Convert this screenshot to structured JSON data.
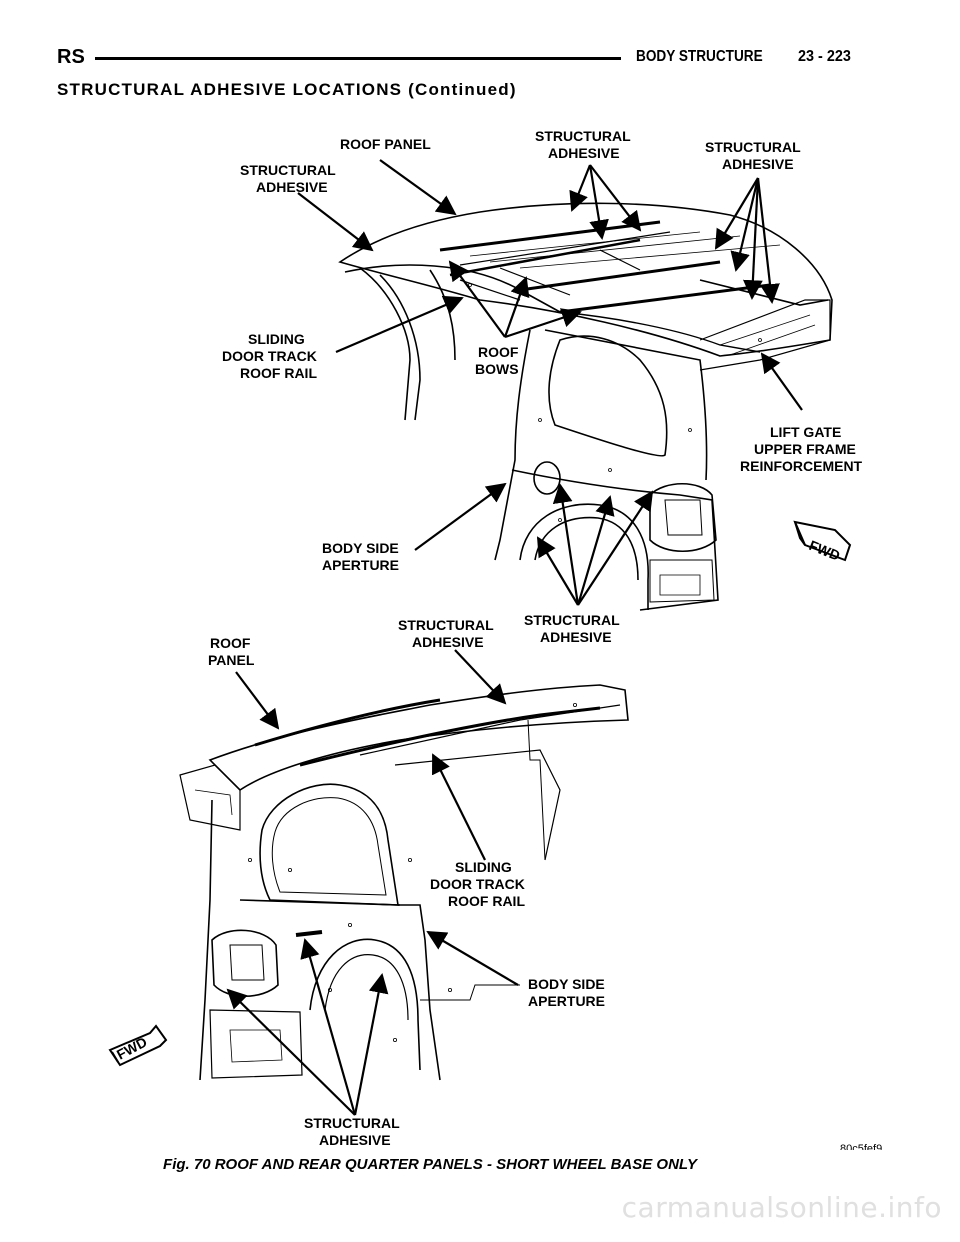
{
  "header": {
    "left_code": "RS",
    "section": "BODY STRUCTURE",
    "page": "23 - 223"
  },
  "section_title": "STRUCTURAL ADHESIVE LOCATIONS (Continued)",
  "figure": {
    "top_labels": {
      "roof_panel": "ROOF PANEL",
      "structural_adhesive_left": [
        "STRUCTURAL",
        "ADHESIVE"
      ],
      "structural_adhesive_mid": [
        "STRUCTURAL",
        "ADHESIVE"
      ],
      "structural_adhesive_right": [
        "STRUCTURAL",
        "ADHESIVE"
      ],
      "sliding_door_track": [
        "SLIDING",
        "DOOR TRACK",
        "ROOF RAIL"
      ],
      "roof_bows": [
        "ROOF",
        "BOWS"
      ],
      "lift_gate": [
        "LIFT GATE",
        "UPPER FRAME",
        "REINFORCEMENT"
      ],
      "body_side_aperture": [
        "BODY SIDE",
        "APERTURE"
      ],
      "structural_adhesive_bottom": [
        "STRUCTURAL",
        "ADHESIVE"
      ],
      "fwd": "FWD"
    },
    "bottom_labels": {
      "roof_panel": [
        "ROOF",
        "PANEL"
      ],
      "structural_adhesive_top": [
        "STRUCTURAL",
        "ADHESIVE"
      ],
      "sliding_door_track": [
        "SLIDING",
        "DOOR TRACK",
        "ROOF RAIL"
      ],
      "body_side_aperture": [
        "BODY SIDE",
        "APERTURE"
      ],
      "structural_adhesive_bottom": [
        "STRUCTURAL",
        "ADHESIVE"
      ],
      "fwd": "FWD"
    },
    "image_code": "80c5fef9"
  },
  "caption": "Fig. 70 ROOF AND REAR QUARTER PANELS - SHORT WHEEL BASE ONLY",
  "watermark": "carmanualsonline.info"
}
